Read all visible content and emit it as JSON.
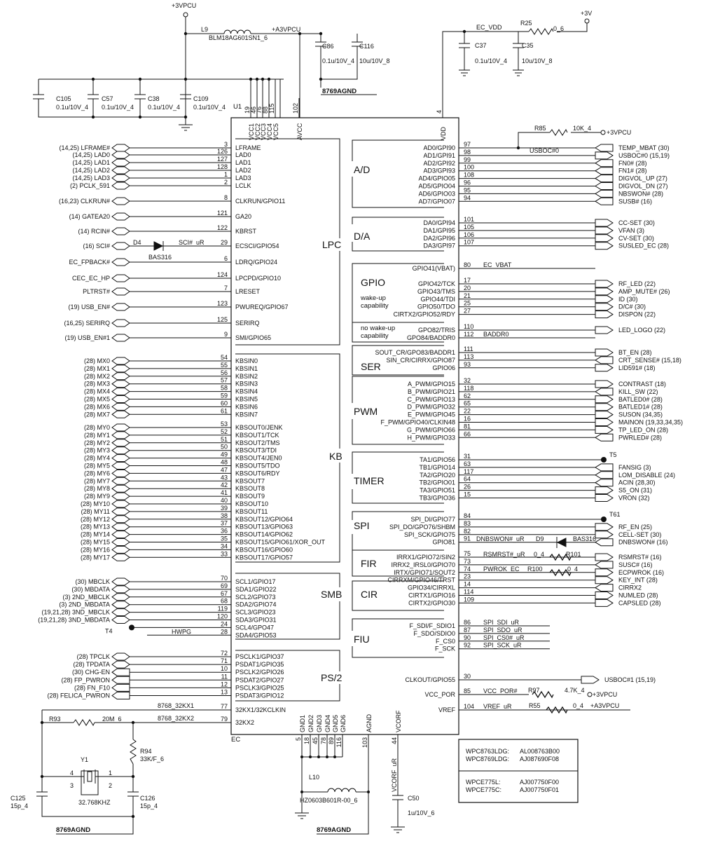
{
  "chip": {
    "ref": "U1",
    "name": "EC",
    "top_pins": [
      {
        "num": "19",
        "name": "VCC1"
      },
      {
        "num": "46",
        "name": "VCC2"
      },
      {
        "num": "76",
        "name": "VCC3"
      },
      {
        "num": "88",
        "name": "VCC4"
      },
      {
        "num": "115",
        "name": "VCC5"
      },
      {
        "num": "102",
        "name": "AVCC"
      },
      {
        "num": "4",
        "name": "VDD"
      }
    ],
    "bottom_pins": [
      {
        "num": "5",
        "name": "GND1"
      },
      {
        "num": "18",
        "name": "GND2"
      },
      {
        "num": "45",
        "name": "GND3"
      },
      {
        "num": "78",
        "name": "GND4"
      },
      {
        "num": "89",
        "name": "GND5"
      },
      {
        "num": "116",
        "name": "GND6"
      },
      {
        "num": "103",
        "name": "AGND"
      },
      {
        "num": "44",
        "name": "VCORF"
      }
    ]
  },
  "groups": {
    "lpc": "LPC",
    "kb": "KB",
    "smb": "SMB",
    "ps2": "PS/2",
    "ad": "A/D",
    "da": "D/A",
    "gpio": "GPIO",
    "wake1": "wake-up",
    "wake2": "capability",
    "nowake1": "no wake-up",
    "nowake2": "capability",
    "ser": "SER",
    "pwm": "PWM",
    "timer": "TIMER",
    "spi": "SPI",
    "fir": "FIR",
    "cir": "CIR",
    "fiu": "FIU"
  },
  "left_pins": [
    {
      "num": "3",
      "name": "LFRAME",
      "label": "(14,25)  LFRAME#",
      "conn": "bi"
    },
    {
      "num": "126",
      "name": "LAD0",
      "label": "(14,25)  LAD0",
      "conn": "bi"
    },
    {
      "num": "127",
      "name": "LAD1",
      "label": "(14,25)  LAD1",
      "conn": "bi"
    },
    {
      "num": "128",
      "name": "LAD2",
      "label": "(14,25)  LAD2",
      "conn": "bi"
    },
    {
      "num": "1",
      "name": "LAD3",
      "label": "(14,25)  LAD3",
      "conn": "bi"
    },
    {
      "num": "2",
      "name": "LCLK",
      "label": "(2)  PCLK_591",
      "conn": "bi"
    },
    {
      "num": "8",
      "name": "CLKRUN/GPIO11",
      "label": "(16,23)  CLKRUN#",
      "conn": "bi"
    },
    {
      "num": "121",
      "name": "GA20",
      "label": "(14)  GATEA20",
      "conn": "bi"
    },
    {
      "num": "122",
      "name": "KBRST",
      "label": "(14)  RCIN#",
      "conn": "bi"
    },
    {
      "num": "29",
      "name": "ECSCI/GPIO54",
      "label": "(16)  SCI#",
      "conn": "bi"
    },
    {
      "num": "6",
      "name": "LDRQ/GPIO24",
      "label": "EC_FPBACK#",
      "conn": "bi"
    },
    {
      "num": "124",
      "name": "LPCPD/GPIO10",
      "label": "CEC_EC_HP",
      "conn": "bi"
    },
    {
      "num": "7",
      "name": "LRESET",
      "label": "PLTRST#",
      "conn": "bi"
    },
    {
      "num": "123",
      "name": "PWUREQ/GPIO67",
      "label": "(19)  USB_EN#",
      "conn": "bi"
    },
    {
      "num": "125",
      "name": "SERIRQ",
      "label": "(16,25)  SERIRQ",
      "conn": "bi"
    },
    {
      "num": "9",
      "name": "SMI/GPIO65",
      "label": "(19)  USB_EN#1",
      "conn": "bi"
    },
    {
      "num": "54",
      "name": "KBSIN0",
      "label": "(28)  MX0",
      "conn": "bi"
    },
    {
      "num": "55",
      "name": "KBSIN1",
      "label": "(28)  MX1",
      "conn": "bi"
    },
    {
      "num": "56",
      "name": "KBSIN2",
      "label": "(28)  MX2",
      "conn": "bi"
    },
    {
      "num": "57",
      "name": "KBSIN3",
      "label": "(28)  MX3",
      "conn": "bi"
    },
    {
      "num": "58",
      "name": "KBSIN4",
      "label": "(28)  MX4",
      "conn": "bi"
    },
    {
      "num": "59",
      "name": "KBSIN5",
      "label": "(28)  MX5",
      "conn": "bi"
    },
    {
      "num": "60",
      "name": "KBSIN6",
      "label": "(28)  MX6",
      "conn": "bi"
    },
    {
      "num": "61",
      "name": "KBSIN7",
      "label": "(28)  MX7",
      "conn": "bi"
    },
    {
      "num": "53",
      "name": "KBSOUT0/JENK",
      "label": "(28)  MY0",
      "conn": "bi"
    },
    {
      "num": "52",
      "name": "KBSOUT1/TCK",
      "label": "(28)  MY1",
      "conn": "bi"
    },
    {
      "num": "51",
      "name": "KBSOUT2/TMS",
      "label": "(28)  MY2",
      "conn": "bi"
    },
    {
      "num": "50",
      "name": "KBSOUT3/TDI",
      "label": "(28)  MY3",
      "conn": "bi"
    },
    {
      "num": "49",
      "name": "KBSOUT4/JEN0",
      "label": "(28)  MY4",
      "conn": "bi"
    },
    {
      "num": "48",
      "name": "KBSOUT5/TDO",
      "label": "(28)  MY5",
      "conn": "bi"
    },
    {
      "num": "47",
      "name": "KBSOUT6/RDY",
      "label": "(28)  MY6",
      "conn": "bi"
    },
    {
      "num": "43",
      "name": "KBSOUT7",
      "label": "(28)  MY7",
      "conn": "bi"
    },
    {
      "num": "42",
      "name": "KBSOUT8",
      "label": "(28)  MY8",
      "conn": "bi"
    },
    {
      "num": "41",
      "name": "KBSOUT9",
      "label": "(28)  MY9",
      "conn": "bi"
    },
    {
      "num": "40",
      "name": "KBSOUT10",
      "label": "(28)  MY10",
      "conn": "bi"
    },
    {
      "num": "39",
      "name": "KBSOUT11",
      "label": "(28)  MY11",
      "conn": "bi"
    },
    {
      "num": "38",
      "name": "KBSOUT12/GPIO64",
      "label": "(28)  MY12",
      "conn": "bi"
    },
    {
      "num": "37",
      "name": "KBSOUT13/GPIO63",
      "label": "(28)  MY13",
      "conn": "bi"
    },
    {
      "num": "36",
      "name": "KBSOUT14/GPIO62",
      "label": "(28)  MY14",
      "conn": "bi"
    },
    {
      "num": "35",
      "name": "KBSOUT15/GPIO61/XOR_OUT",
      "label": "(28)  MY15",
      "conn": "bi"
    },
    {
      "num": "34",
      "name": "KBSOUT16/GPIO60",
      "label": "(28)  MY16",
      "conn": "bi"
    },
    {
      "num": "33",
      "name": "KBSOUT17/GPIO57",
      "label": "(28)  MY17",
      "conn": "bi"
    },
    {
      "num": "70",
      "name": "SCL1/GPIO17",
      "label": "(30)  MBCLK",
      "conn": "bi"
    },
    {
      "num": "69",
      "name": "SDA1/GPIO22",
      "label": "(30)  MBDATA",
      "conn": "bi"
    },
    {
      "num": "67",
      "name": "SCL2/GPIO73",
      "label": "(3)  2ND_MBCLK",
      "conn": "bi"
    },
    {
      "num": "68",
      "name": "SDA2/GPIO74",
      "label": "(3)  2ND_MBDATA",
      "conn": "bi"
    },
    {
      "num": "119",
      "name": "SCL3/GPIO23",
      "label": "(19,21,28)  3ND_MBCLK",
      "conn": "bi"
    },
    {
      "num": "120",
      "name": "SDA3/GPIO31",
      "label": "(19,21,28)  3ND_MBDATA",
      "conn": "bi"
    },
    {
      "num": "24",
      "name": "SCL4/GPO47",
      "label": "T4",
      "conn": "tp"
    },
    {
      "num": "28",
      "name": "SDA4/GPIO53",
      "label": "HWPG",
      "conn": "none"
    },
    {
      "num": "72",
      "name": "PSCLK1/GPIO37",
      "label": "(28)  TPCLK",
      "conn": "bi"
    },
    {
      "num": "71",
      "name": "PSDAT1/GPIO35",
      "label": "(28)  TPDATA",
      "conn": "bi"
    },
    {
      "num": "10",
      "name": "PSCLK2/GPIO26",
      "label": "(30)  CHG-EN",
      "conn": "in"
    },
    {
      "num": "11",
      "name": "PSDAT2/GPIO27",
      "label": "(28)  FP_PWRON",
      "conn": "in"
    },
    {
      "num": "12",
      "name": "PSCLK3/GPIO25",
      "label": "(28)  FN_F10",
      "conn": "in"
    },
    {
      "num": "13",
      "name": "PSDAT3/GPIO12",
      "label": "(28)  FELICA_PWRON",
      "conn": "in"
    },
    {
      "num": "77",
      "name": "32KX1/32KCLKIN",
      "label": "8768_32KX1",
      "conn": "xtal"
    },
    {
      "num": "79",
      "name": "32KX2",
      "label": "8768_32KX2",
      "conn": "xtal"
    }
  ],
  "right_pins": [
    {
      "num": "97",
      "name": "AD0/GPI90",
      "label": "TEMP_MBAT  (30)",
      "conn": "in"
    },
    {
      "num": "98",
      "name": "AD1/GPI91",
      "label": "USBOC#0  (15,19)",
      "conn": "out"
    },
    {
      "num": "99",
      "name": "AD2/GPI92",
      "label": "FN0#  (28)",
      "conn": "in"
    },
    {
      "num": "100",
      "name": "AD3/GPI93",
      "label": "FN1#  (28)",
      "conn": "in"
    },
    {
      "num": "108",
      "name": "AD4/GPIO05",
      "label": "DIGVOL_UP  (27)",
      "conn": "in"
    },
    {
      "num": "96",
      "name": "AD5/GPIO04",
      "label": "DIGVOL_DN  (27)",
      "conn": "in"
    },
    {
      "num": "95",
      "name": "AD6/GPIO03",
      "label": "NBSWON#  (28)",
      "conn": "in"
    },
    {
      "num": "94",
      "name": "AD7/GPIO07",
      "label": "SUSB#  (16)",
      "conn": "in"
    },
    {
      "num": "101",
      "name": "DA0/GPI94",
      "label": "CC-SET  (30)",
      "conn": "out"
    },
    {
      "num": "105",
      "name": "DA1/GPI95",
      "label": "VFAN  (3)",
      "conn": "out"
    },
    {
      "num": "106",
      "name": "DA2/GPI96",
      "label": "CV-SET  (30)",
      "conn": "out"
    },
    {
      "num": "107",
      "name": "DA3/GPI97",
      "label": "SUSLED_EC  (28)",
      "conn": "out"
    },
    {
      "num": "80",
      "name": "GPIO41(VBAT)",
      "label": "EC_VBAT",
      "conn": "none"
    },
    {
      "num": "17",
      "name": "GPIO42/TCK",
      "label": "RF_LED  (22)",
      "conn": "out"
    },
    {
      "num": "20",
      "name": "GPIO43/TMS",
      "label": "AMP_MUTE#  (26)",
      "conn": "out"
    },
    {
      "num": "21",
      "name": "GPIO44/TDI",
      "label": "ID  (30)",
      "conn": "out"
    },
    {
      "num": "25",
      "name": "GPIO50/TDO",
      "label": "D/C#  (30)",
      "conn": "out"
    },
    {
      "num": "27",
      "name": "CIRTX2/GPIO52/RDY",
      "label": "DISPON  (22)",
      "conn": "out"
    },
    {
      "num": "110",
      "name": "GPO82/TRIS",
      "label": "LED_LOGO  (22)",
      "conn": "out"
    },
    {
      "num": "112",
      "name": "GPO84/BADDR0",
      "label": "BADDR0",
      "conn": "none"
    },
    {
      "num": "111",
      "name": "SOUT_CR/GPO83/BADDR1",
      "label": "BT_EN  (28)",
      "conn": "out"
    },
    {
      "num": "113",
      "name": "SIN_CR/CIRRX/GPIO87",
      "label": "CRT_SENSE#  (15,18)",
      "conn": "in"
    },
    {
      "num": "93",
      "name": "GPIO06",
      "label": "LID591#  (18)",
      "conn": "out"
    },
    {
      "num": "32",
      "name": "A_PWM/GPIO15",
      "label": "CONTRAST  (18)",
      "conn": "out"
    },
    {
      "num": "118",
      "name": "B_PWM/GPIO21",
      "label": "KILL_SW  (22)",
      "conn": "in"
    },
    {
      "num": "62",
      "name": "C_PWM/GPIO13",
      "label": "BATLED0#  (28)",
      "conn": "out"
    },
    {
      "num": "65",
      "name": "D_PWM/GPIO32",
      "label": "BATLED1#  (28)",
      "conn": "out"
    },
    {
      "num": "22",
      "name": "E_PWM/GPIO45",
      "label": "SUSON  (34,35)",
      "conn": "out"
    },
    {
      "num": "16",
      "name": "F_PWM/GPIO40/CLKIN48",
      "label": "MAINON  (19,33,34,35)",
      "conn": "out"
    },
    {
      "num": "81",
      "name": "G_PWM/GPIO66",
      "label": "TP_LED_ON  (28)",
      "conn": "out"
    },
    {
      "num": "66",
      "name": "H_PWM/GPIO33",
      "label": "PWRLED#  (28)",
      "conn": "in"
    },
    {
      "num": "31",
      "name": "TA1/GPIO56",
      "label": "T5",
      "conn": "tp"
    },
    {
      "num": "63",
      "name": "TB1/GPIO14",
      "label": "FANSIG  (3)",
      "conn": "in"
    },
    {
      "num": "117",
      "name": "TA2/GPIO20",
      "label": "LOM_DISABLE  (24)",
      "conn": "in"
    },
    {
      "num": "64",
      "name": "TB2/GPIO01",
      "label": "ACIN  (28,30)",
      "conn": "in"
    },
    {
      "num": "26",
      "name": "TA3/GPIO51",
      "label": "S5_ON  (31)",
      "conn": "out"
    },
    {
      "num": "15",
      "name": "TB3/GPIO36",
      "label": "VRON  (32)",
      "conn": "out"
    },
    {
      "num": "84",
      "name": "SPI_DI/GPIO77",
      "label": "T61",
      "conn": "tp"
    },
    {
      "num": "83",
      "name": "SPI_DO/GPO76/SHBM",
      "label": "RF_EN  (25)",
      "conn": "out"
    },
    {
      "num": "82",
      "name": "SPI_SCK/GPIO75",
      "label": "CELL-SET  (30)",
      "conn": "out"
    },
    {
      "num": "91",
      "name": "GPIO81",
      "label": "DNBSWON#  (16)",
      "conn": "in"
    },
    {
      "num": "75",
      "name": "IRRX1/GPIO72/SIN2",
      "label": "RSMRST#  (16)",
      "conn": "out"
    },
    {
      "num": "73",
      "name": "IRRX2_IRSL0/GPIO70",
      "label": "SUSC#  (16)",
      "conn": "in"
    },
    {
      "num": "74",
      "name": "IRTX/GPIO71/SOUT2",
      "label": "ECPWROK  (16)",
      "conn": "out"
    },
    {
      "num": "23",
      "name": "CIRRXM/GPIO46/TRST",
      "label": "KEY_INT  (28)",
      "conn": "out"
    },
    {
      "num": "14",
      "name": "GPIO34/CIRRXL",
      "label": "CIRRX2",
      "conn": "in"
    },
    {
      "num": "114",
      "name": "CIRTX1/GPIO16",
      "label": "NUMLED  (28)",
      "conn": "out"
    },
    {
      "num": "109",
      "name": "CIRTX2/GPIO30",
      "label": "CAPSLED  (28)",
      "conn": "out"
    },
    {
      "num": "86",
      "name": "F_SDI/F_SDIO1",
      "label": "SPI_SDI_uR",
      "conn": "none"
    },
    {
      "num": "87",
      "name": "F_SDO/SDIO0",
      "label": "SPI_SDO_uR",
      "conn": "none"
    },
    {
      "num": "90",
      "name": "F_CS0",
      "label": "SPI_CS0#_uR",
      "conn": "none"
    },
    {
      "num": "92",
      "name": "F_SCK",
      "label": "SPI_SCK_uR",
      "conn": "none"
    },
    {
      "num": "30",
      "name": "CLKOUT/GPIO55",
      "label": "USBOC#1  (15,19)",
      "conn": "out"
    },
    {
      "num": "85",
      "name": "VCC_POR",
      "label": "VCC_POR#",
      "conn": "none"
    },
    {
      "num": "104",
      "name": "VREF",
      "label": "VREF_uR",
      "conn": "none"
    }
  ],
  "power": {
    "vpcu": "+3VPCU",
    "a3vpcu": "+A3VPCU",
    "v3": "+3V",
    "ec_vdd": "EC_VDD",
    "agnd": "8769AGND",
    "l9": "L9",
    "l9_val": "BLM18AG601SN1_6",
    "c86": "C86",
    "c86_val": "0.1u/10V_4",
    "c116": "C116",
    "c116_val": "10u/10V_8",
    "c105": "C105",
    "c105_val": "0.1u/10V_4",
    "c57": "C57",
    "c57_val": "0.1u/10V_4",
    "c38": "C38",
    "c38_val": "0.1u/10V_4",
    "c109": "C109",
    "c109_val": "0.1u/10V_4",
    "r25": "R25",
    "r25_val": "0_6",
    "c37": "C37",
    "c37_val": "0.1u/10V_4",
    "c35": "C35",
    "c35_val": "10u/10V_8",
    "r85": "R85",
    "r85_val": "10K_4",
    "r85_pwr": "+3VPCU"
  },
  "annotations": {
    "usboc0": "USBOC#0",
    "d4": "D4",
    "d4_net": "SCI#_uR",
    "d4_val": "BAS316",
    "dnb": "DNBSWON#_uR",
    "d9": "D9",
    "d9_val": "BAS316",
    "rsm": "RSMRST#_uR",
    "r101_val": "0_4",
    "r101": "R101",
    "pwrok": "PWROK_EC",
    "r100": "R100",
    "r100_val": "0_4",
    "r97": "R97",
    "r97_val": "4.7K_4",
    "r97_pwr": "+3VPCU",
    "r55": "R55",
    "r55_val": "0_4",
    "r55_pwr": "+A3VPCU"
  },
  "crystal": {
    "r93": "R93",
    "r93_val": "20M_6",
    "r94": "R94",
    "r94_val": "33K/F_6",
    "y1": "Y1",
    "y1_val": "32.768KHZ",
    "p4": "4",
    "p3": "3",
    "p1": "1",
    "p2": "2",
    "c125": "C125",
    "c125_val": "15p_4",
    "c126": "C126",
    "c126_val": "15p_4",
    "agnd": "8769AGND"
  },
  "bottom": {
    "l10": "L10",
    "l10_val": "HZ0603B601R-00_6",
    "agnd": "8769AGND",
    "vcorf_net": "VCORF_uR",
    "c50": "C50",
    "c50_val": "1u/10V_6"
  },
  "part_table": [
    {
      "part": "WPC8763LDG:",
      "code": "AL008763B00"
    },
    {
      "part": "WPC8769LDG:",
      "code": "AJ087690F08"
    },
    {
      "part": "WPCE775L:",
      "code": "AJ007750F00"
    },
    {
      "part": "WPCE775C:",
      "code": "AJ007750F01"
    }
  ]
}
